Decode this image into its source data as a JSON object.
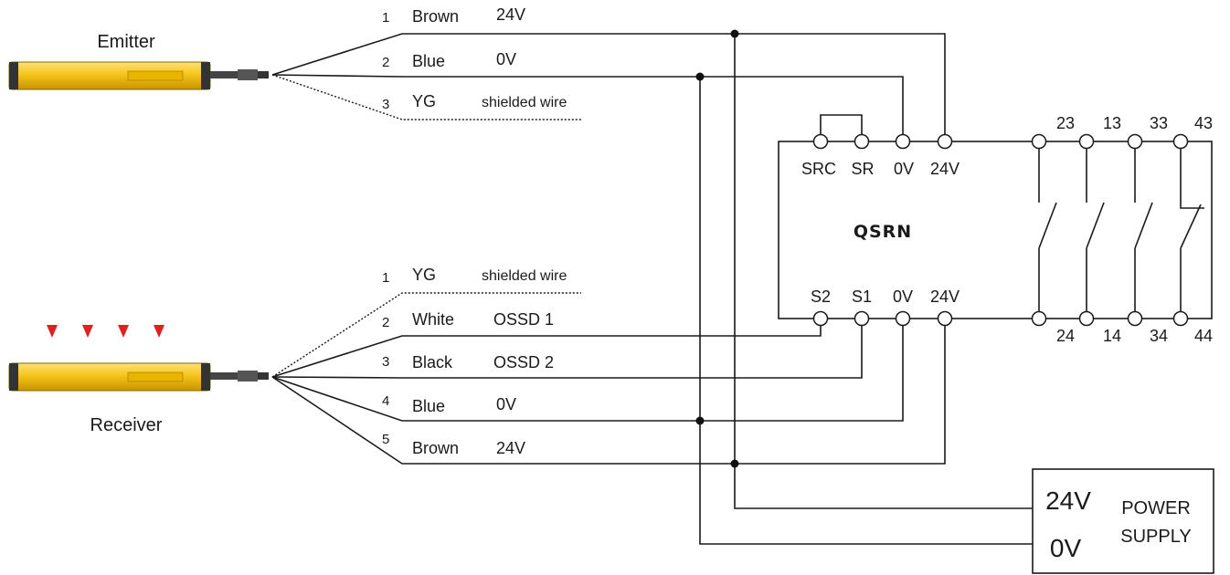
{
  "emitter": {
    "label": "Emitter",
    "wires": [
      {
        "num": "1",
        "color": "Brown",
        "signal": "24V"
      },
      {
        "num": "2",
        "color": "Blue",
        "signal": "0V"
      },
      {
        "num": "3",
        "color": "YG",
        "signal": "shielded wire"
      }
    ]
  },
  "receiver": {
    "label": "Receiver",
    "wires": [
      {
        "num": "1",
        "color": "YG",
        "signal": "shielded wire"
      },
      {
        "num": "2",
        "color": "White",
        "signal": "OSSD 1"
      },
      {
        "num": "3",
        "color": "Black",
        "signal": "OSSD 2"
      },
      {
        "num": "4",
        "color": "Blue",
        "signal": "0V"
      },
      {
        "num": "5",
        "color": "Brown",
        "signal": "24V"
      }
    ]
  },
  "relay": {
    "name": "QSRN",
    "top_terminals": [
      "SRC",
      "SR",
      "0V",
      "24V"
    ],
    "bottom_terminals": [
      "S2",
      "S1",
      "0V",
      "24V"
    ],
    "contacts_top": [
      "23",
      "13",
      "33",
      "43"
    ],
    "contacts_bottom": [
      "24",
      "14",
      "34",
      "44"
    ]
  },
  "power_supply": {
    "label_line1": "POWER",
    "label_line2": "SUPPLY",
    "positive": "24V",
    "negative": "0V"
  },
  "colors": {
    "sensor_body": "#f5c518",
    "sensor_dark": "#3a3a3a",
    "beam": "#e02020"
  }
}
